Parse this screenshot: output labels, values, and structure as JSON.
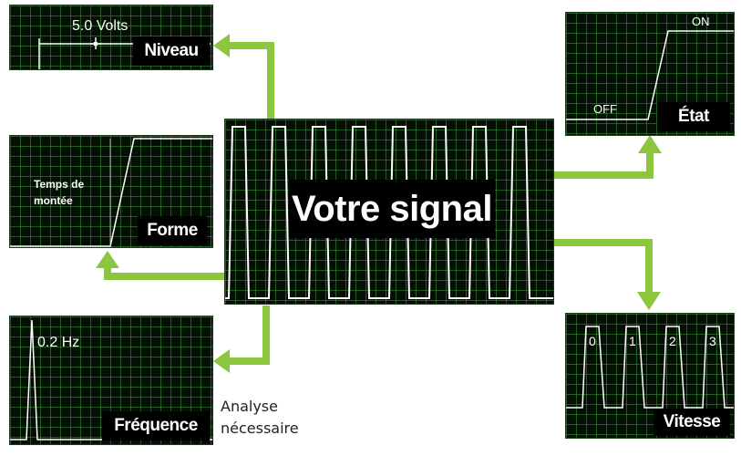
{
  "center": {
    "title": "Votre signal"
  },
  "panels": {
    "niveau": {
      "title": "Niveau",
      "reading": "5.0 Volts"
    },
    "forme": {
      "title": "Forme",
      "annotation_line1": "Temps de",
      "annotation_line2": "montée"
    },
    "frequence": {
      "title": "Fréquence",
      "reading": "0.2 Hz"
    },
    "etat": {
      "title": "État",
      "on_label": "ON",
      "off_label": "OFF"
    },
    "vitesse": {
      "title": "Vitesse",
      "pulse_labels": [
        "0",
        "1",
        "2",
        "3"
      ]
    }
  },
  "captions": {
    "analysis_line1": "Analyse",
    "analysis_line2": "nécessaire"
  },
  "colors": {
    "arrow": "#8cc63f",
    "screen": "#041004",
    "grid": "#3c963c",
    "trace": "#ffffff"
  }
}
